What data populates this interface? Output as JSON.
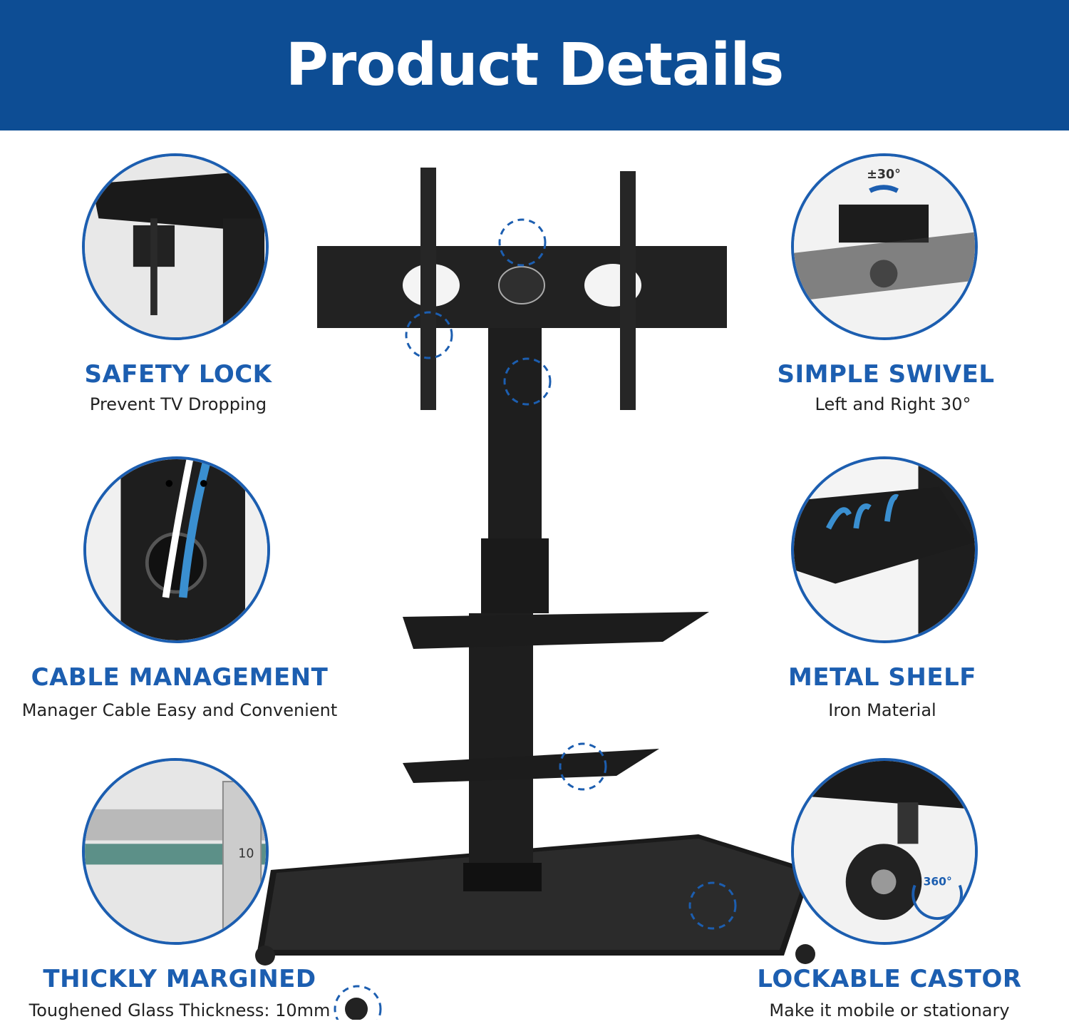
{
  "banner": {
    "title": "Product Details"
  },
  "features": [
    {
      "title": "SAFETY LOCK",
      "subtitle": "Prevent TV Dropping"
    },
    {
      "title": "SIMPLE SWIVEL",
      "subtitle": "Left and Right 30°",
      "badge": "±30°"
    },
    {
      "title": "CABLE MANAGEMENT",
      "subtitle": "Manager Cable Easy and Convenient"
    },
    {
      "title": "METAL SHELF",
      "subtitle": "Iron Material"
    },
    {
      "title": "THICKLY MARGINED",
      "subtitle": "Toughened Glass Thickness: 10mm",
      "caliper_text": "10"
    },
    {
      "title": "LOCKABLE CASTOR",
      "subtitle": "Make it mobile or stationary",
      "badge": "360°"
    }
  ],
  "colors": {
    "banner": "#0d4d94",
    "accent": "#1c5eb0",
    "text": "#222222"
  }
}
